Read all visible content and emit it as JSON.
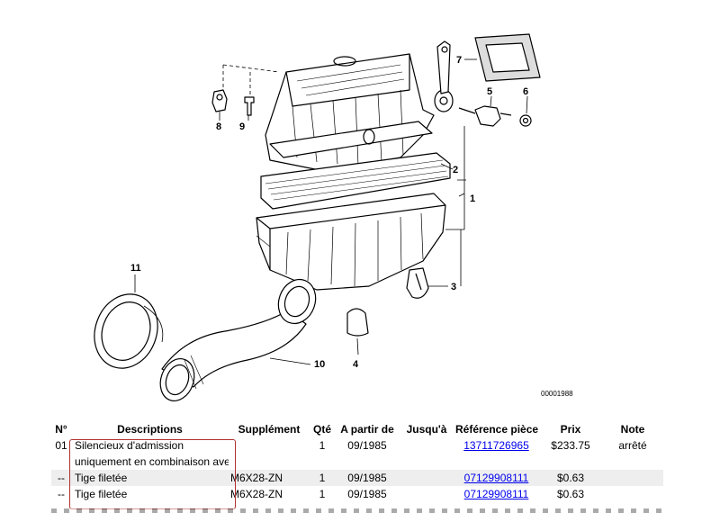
{
  "diagram": {
    "callouts": [
      "1",
      "2",
      "3",
      "4",
      "5",
      "6",
      "7",
      "8",
      "9",
      "10",
      "11"
    ],
    "image_id": "00001988"
  },
  "table": {
    "headers": [
      "N°",
      "Descriptions",
      "Supplément",
      "Qté",
      "A partir de",
      "Jusqu'à",
      "Référence pièce",
      "Prix",
      "Note"
    ],
    "rows": [
      {
        "num": "01",
        "desc": "Silencieux d'admission",
        "supp": "",
        "qty": "1",
        "from": "09/1985",
        "to": "",
        "ref": "13711726965",
        "price": "$233.75",
        "note": "arrêté",
        "shade": false
      },
      {
        "num": "",
        "desc": "uniquement en combinaison avec",
        "supp": "",
        "qty": "",
        "from": "",
        "to": "",
        "ref": "",
        "price": "",
        "note": "",
        "shade": false
      },
      {
        "num": "--",
        "desc": "Tige filetée",
        "supp": "M6X28-ZN",
        "qty": "1",
        "from": "09/1985",
        "to": "",
        "ref": "07129908111",
        "price": "$0.63",
        "note": "",
        "shade": true
      },
      {
        "num": "--",
        "desc": "Tige filetée",
        "supp": "M6X28-ZN",
        "qty": "1",
        "from": "09/1985",
        "to": "",
        "ref": "07129908111",
        "price": "$0.63",
        "note": "",
        "shade": false
      }
    ]
  }
}
